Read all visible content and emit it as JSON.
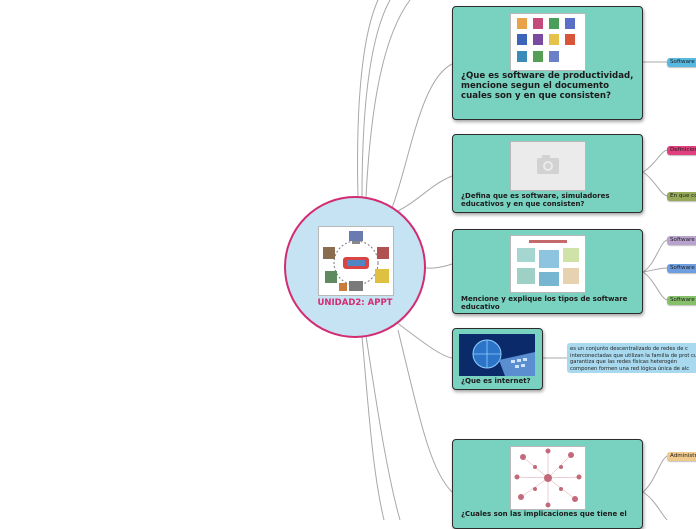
{
  "center": {
    "title": "UNIDAD2: APPT",
    "image_icon": "computer-network-clipart"
  },
  "nodes": [
    {
      "title": "¿Que es software de productividad, mencione segun el documento cuales son y en que consisten?",
      "image_icon": "office-apps-icons"
    },
    {
      "title": "¿Defina que es software, simuladores educativos y en que consisten?",
      "image_icon": "camera-placeholder-icon"
    },
    {
      "title": "Mencione y explique los tipos de software educativo",
      "image_icon": "software-types-diagram"
    },
    {
      "title": "¿Que es internet?",
      "image_icon": "internet-keyboard-image"
    },
    {
      "title": "¿Cuales son las implicaciones que tiene el",
      "image_icon": "people-network-image"
    }
  ],
  "leaves": [
    {
      "text": "Software",
      "color": "#57b8e0"
    },
    {
      "text": "Definicion",
      "color": "#e0407d"
    },
    {
      "text": "En que co",
      "color": "#97aa5a"
    },
    {
      "text": "Software",
      "color": "#b8a3cf"
    },
    {
      "text": "Software",
      "color": "#6f9ee0"
    },
    {
      "text": "Software",
      "color": "#86c06a"
    },
    {
      "text": "Administr",
      "color": "#f0c98d"
    }
  ],
  "paragraph": {
    "text": "es un conjunto descentralizado de redes de c interconectadas que utilizan la familia de prot cual garantiza que las redes físicas heterogén componen formen una red lógica única de alc"
  },
  "colors": {
    "node_fill": "#79d1c0",
    "center_fill": "#c5e3f2",
    "center_border": "#d22c72",
    "branch_line": "#a8a8a8"
  }
}
